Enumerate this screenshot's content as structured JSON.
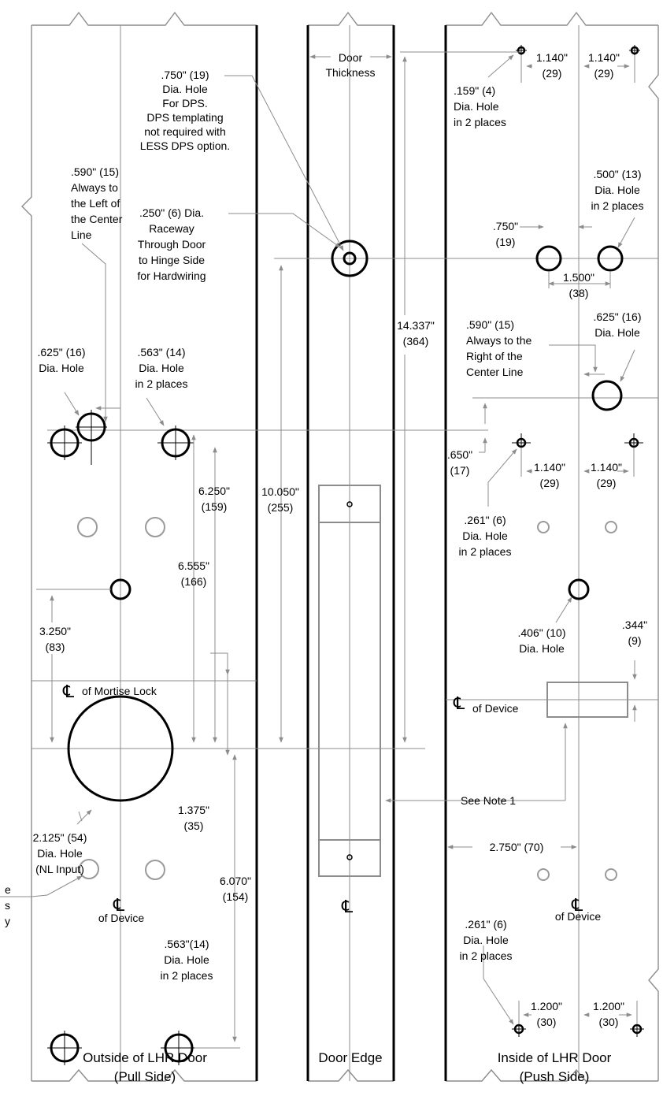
{
  "panels": {
    "outside": {
      "title": "Outside of LHR Door",
      "subtitle": "(Pull Side)"
    },
    "edge": {
      "title": "Door Edge"
    },
    "inside": {
      "title": "Inside of LHR Door",
      "subtitle": "(Push Side)"
    }
  },
  "outside_labels": {
    "dps_hole": [
      ".750\" (19)",
      "Dia. Hole",
      "For DPS.",
      "DPS templating",
      "not required with",
      "LESS DPS option."
    ],
    "left_offset": [
      ".590\" (15)",
      "Always to",
      "the Left of",
      "the Center",
      "Line"
    ],
    "raceway": [
      ".250\" (6) Dia.",
      "Raceway",
      "Through Door",
      "to Hinge Side",
      "for Hardwiring"
    ],
    "hole_625": [
      ".625\" (16)",
      "Dia. Hole"
    ],
    "hole_563_top": [
      ".563\" (14)",
      "Dia. Hole",
      "in 2 places"
    ],
    "dim_6250": [
      "6.250\"",
      "(159)"
    ],
    "dim_6555": [
      "6.555\"",
      "(166)"
    ],
    "dim_10050": [
      "10.050\"",
      "(255)"
    ],
    "dim_3250": [
      "3.250\"",
      "(83)"
    ],
    "cl_mortise": "of Mortise Lock",
    "dim_1375": [
      "1.375\"",
      "(35)"
    ],
    "hole_2125": [
      "2.125\" (54)",
      "Dia. Hole",
      "(NL Input)"
    ],
    "side_fragment": [
      "e",
      "s",
      "y"
    ],
    "dim_6070": [
      "6.070\"",
      "(154)"
    ],
    "cl_device": "of Device",
    "hole_563_bottom": [
      ".563\"(14)",
      "Dia. Hole",
      "in 2 places"
    ]
  },
  "edge_labels": {
    "door_thickness": [
      "Door",
      "Thickness"
    ],
    "dim_14337": [
      "14.337\"",
      "(364)"
    ]
  },
  "inside_labels": {
    "dim_1140_top_a": [
      "1.140\"",
      "(29)"
    ],
    "dim_1140_top_b": [
      "1.140\"",
      "(29)"
    ],
    "hole_159": [
      ".159\" (4)",
      "Dia. Hole",
      "in 2 places"
    ],
    "hole_500": [
      ".500\" (13)",
      "Dia. Hole",
      "in 2 places"
    ],
    "dim_750": [
      ".750\"",
      "(19)"
    ],
    "dim_1500": [
      "1.500\"",
      "(38)"
    ],
    "right_offset": [
      ".590\" (15)",
      "Always to the",
      "Right of the",
      "Center Line"
    ],
    "hole_625": [
      ".625\" (16)",
      "Dia. Hole"
    ],
    "dim_650": [
      ".650\"",
      "(17)"
    ],
    "dim_1140_mid_a": [
      "1.140\"",
      "(29)"
    ],
    "dim_1140_mid_b": [
      "1.140\"",
      "(29)"
    ],
    "hole_261_top": [
      ".261\" (6)",
      "Dia. Hole",
      "in 2 places"
    ],
    "hole_406": [
      ".406\" (10)",
      "Dia. Hole"
    ],
    "dim_344": [
      ".344\"",
      "(9)"
    ],
    "cl_device": "of Device",
    "see_note": "See Note 1",
    "dim_2750": "2.750\" (70)",
    "cl_device_bottom": "of Device",
    "hole_261_bottom": [
      ".261\" (6)",
      "Dia. Hole",
      "in 2 places"
    ],
    "dim_1200_a": [
      "1.200\"",
      "(30)"
    ],
    "dim_1200_b": [
      "1.200\"",
      "(30)"
    ]
  },
  "colors": {
    "ink": "#000000",
    "dim_line": "#8c8c8c",
    "ghost_hole": "#9a9a9a"
  }
}
